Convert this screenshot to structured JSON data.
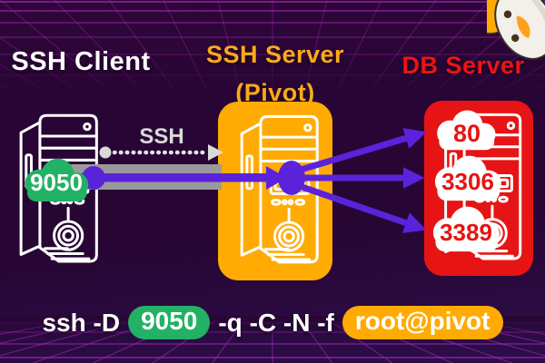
{
  "colors": {
    "accent-purple": "#5a23db",
    "pivot-orange": "#ffab03",
    "db-red": "#e61414",
    "badge-green": "#22b165",
    "label-orange": "#fba91b",
    "label-red": "#ea1515",
    "tunnel-gray": "#9a9a9a",
    "grid-magenta": "#c12bd4",
    "background-top": "#2e0639",
    "background-bottom": "#2c0e49"
  },
  "nodes": {
    "client": {
      "label": "SSH Client",
      "port_badge": "9050"
    },
    "pivot": {
      "label_line1": "SSH Server",
      "label_line2": "(Pivot)"
    },
    "db": {
      "label": "DB Server",
      "ports": [
        "80",
        "3306",
        "3389"
      ]
    }
  },
  "connection": {
    "ssh_label": "SSH"
  },
  "command": {
    "prefix": "ssh -D",
    "port": "9050",
    "middle": "-q -C -N -f",
    "target": "root@pivot"
  }
}
